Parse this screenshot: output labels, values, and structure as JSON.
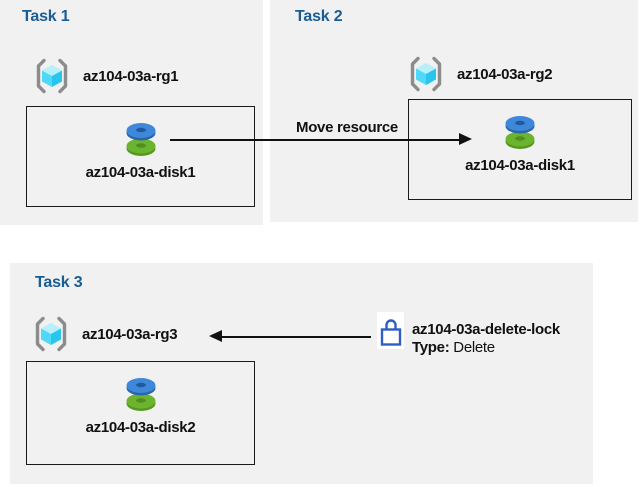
{
  "colors": {
    "panel_bg": "#f1f1f1",
    "title_blue": "#1a5c94",
    "text": "#111111",
    "lock_blue": "#2f5ec4",
    "disk_blue": "#3f88d9",
    "disk_green": "#6cb32f",
    "cube_cyan": "#4fd8f7",
    "bracket_gray": "#8c8c8c",
    "arrow_black": "#111111"
  },
  "tasks": [
    {
      "title": "Task 1",
      "resource_group": "az104-03a-rg1",
      "disk": "az104-03a-disk1"
    },
    {
      "title": "Task 2",
      "resource_group": "az104-03a-rg2",
      "disk": "az104-03a-disk1"
    },
    {
      "title": "Task 3",
      "resource_group": "az104-03a-rg3",
      "disk": "az104-03a-disk2"
    }
  ],
  "move_arrow": {
    "label": "Move resource"
  },
  "lock": {
    "name": "az104-03a-delete-lock",
    "type_label": "Type:",
    "type_value": "Delete"
  },
  "icons": {
    "resource_group": "resource-group-icon",
    "disk": "managed-disk-icon",
    "lock": "lock-icon"
  }
}
